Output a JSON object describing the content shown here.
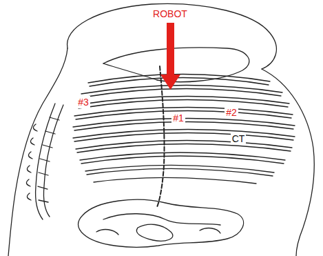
{
  "diagram": {
    "labels": [
      "ROBOT",
      "#3",
      "#1",
      "#2",
      "CT"
    ]
  }
}
